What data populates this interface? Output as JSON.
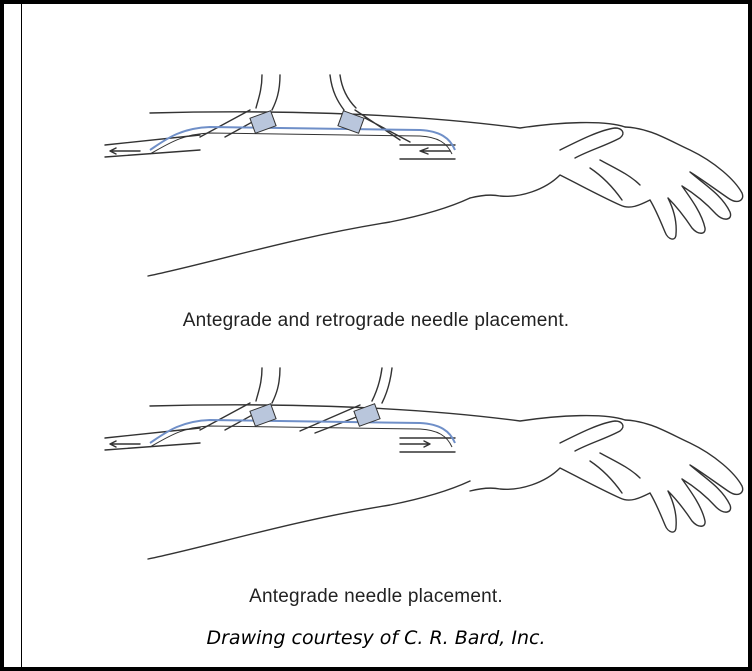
{
  "captions": {
    "top": "Antegrade and retrograde needle placement.",
    "bottom": "Antegrade needle placement."
  },
  "credit": "Drawing courtesy of C. R. Bard, Inc.",
  "colors": {
    "line": "#333333",
    "vein": "#6f8fc8",
    "tape": "#b9c6dc",
    "border": "#000000"
  }
}
